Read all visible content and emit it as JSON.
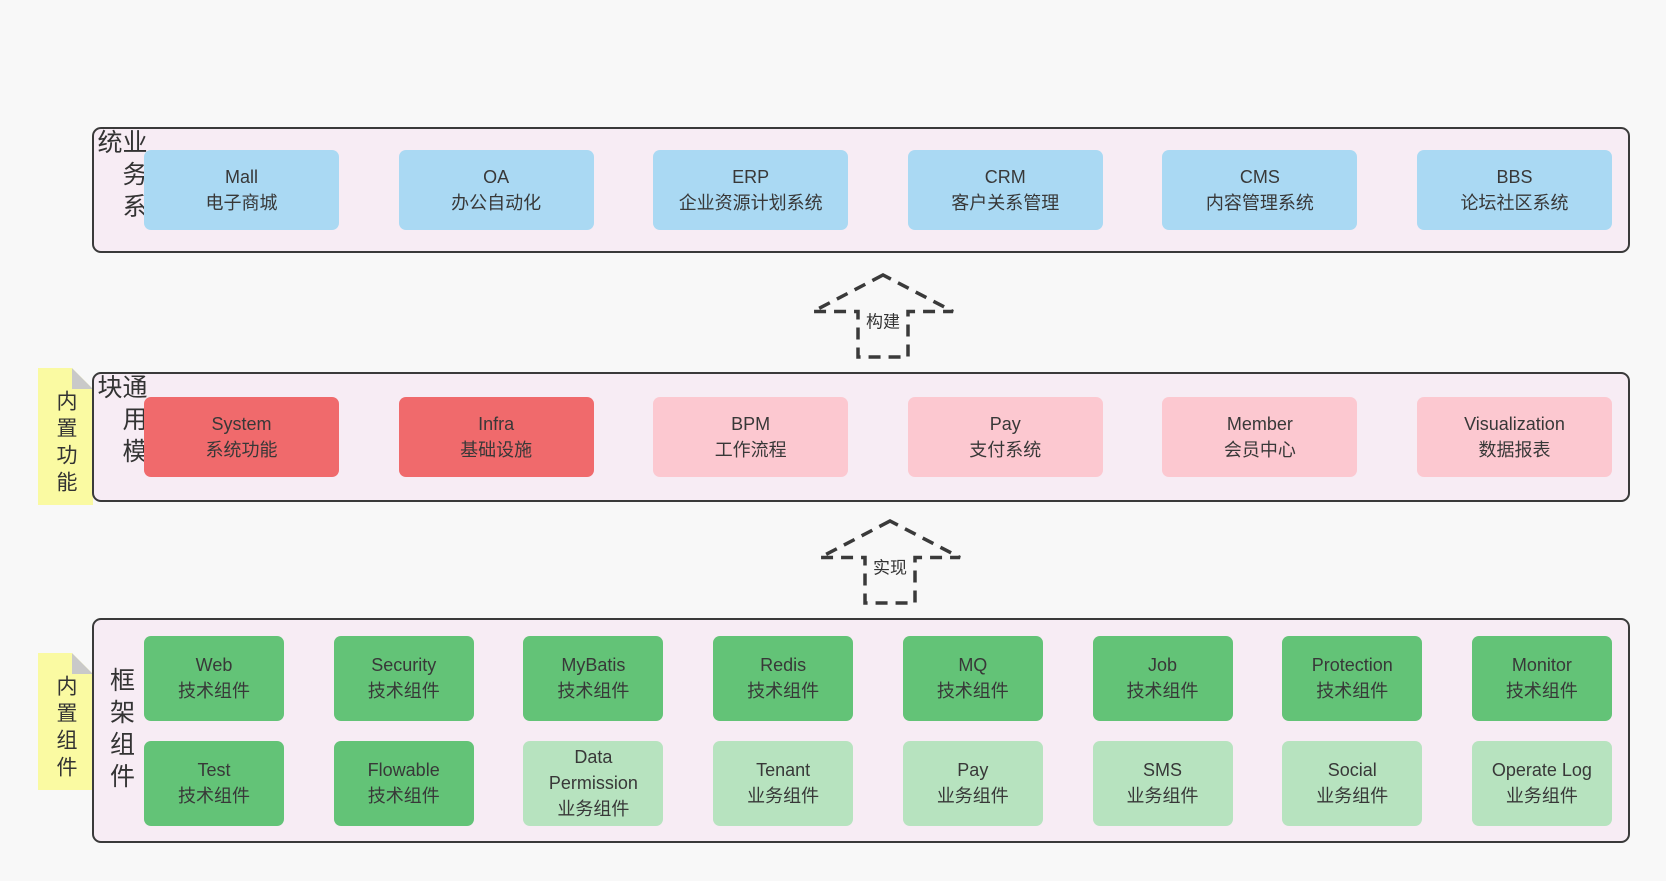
{
  "colors": {
    "page_bg": "#f8f8f8",
    "band_bg": "#f7ecf4",
    "band_border": "#3a3a3a",
    "blue": "#aad9f3",
    "red": "#f06a6c",
    "pink": "#fcc8d0",
    "green": "#63c377",
    "light_green": "#b7e3bf",
    "sticky_yellow": "#fafaa2",
    "sticky_fold": "#c9c9c9",
    "text": "#383838"
  },
  "arrows": [
    {
      "label": "构建"
    },
    {
      "label": "实现"
    }
  ],
  "stickies": [
    {
      "label": "内置功能"
    },
    {
      "label": "内置组件"
    }
  ],
  "bands": {
    "business": {
      "label": "业务系统",
      "boxes": [
        {
          "en": "Mall",
          "zh": "电子商城",
          "variant": "blue"
        },
        {
          "en": "OA",
          "zh": "办公自动化",
          "variant": "blue"
        },
        {
          "en": "ERP",
          "zh": "企业资源计划系统",
          "variant": "blue"
        },
        {
          "en": "CRM",
          "zh": "客户关系管理",
          "variant": "blue"
        },
        {
          "en": "CMS",
          "zh": "内容管理系统",
          "variant": "blue"
        },
        {
          "en": "BBS",
          "zh": "论坛社区系统",
          "variant": "blue"
        }
      ]
    },
    "modules": {
      "label": "通用模块",
      "boxes": [
        {
          "en": "System",
          "zh": "系统功能",
          "variant": "red"
        },
        {
          "en": "Infra",
          "zh": "基础设施",
          "variant": "red"
        },
        {
          "en": "BPM",
          "zh": "工作流程",
          "variant": "pink"
        },
        {
          "en": "Pay",
          "zh": "支付系统",
          "variant": "pink"
        },
        {
          "en": "Member",
          "zh": "会员中心",
          "variant": "pink"
        },
        {
          "en": "Visualization",
          "zh": "数据报表",
          "variant": "pink"
        }
      ]
    },
    "framework": {
      "label": "框架组件",
      "row1": [
        {
          "en": "Web",
          "zh": "技术组件",
          "variant": "green"
        },
        {
          "en": "Security",
          "zh": "技术组件",
          "variant": "green"
        },
        {
          "en": "MyBatis",
          "zh": "技术组件",
          "variant": "green"
        },
        {
          "en": "Redis",
          "zh": "技术组件",
          "variant": "green"
        },
        {
          "en": "MQ",
          "zh": "技术组件",
          "variant": "green"
        },
        {
          "en": "Job",
          "zh": "技术组件",
          "variant": "green"
        },
        {
          "en": "Protection",
          "zh": "技术组件",
          "variant": "green"
        },
        {
          "en": "Monitor",
          "zh": "技术组件",
          "variant": "green"
        }
      ],
      "row2": [
        {
          "en": "Test",
          "zh": "技术组件",
          "variant": "green"
        },
        {
          "en": "Flowable",
          "zh": "技术组件",
          "variant": "green"
        },
        {
          "en": "Data Permission",
          "zh": "业务组件",
          "variant": "lightgreen"
        },
        {
          "en": "Tenant",
          "zh": "业务组件",
          "variant": "lightgreen"
        },
        {
          "en": "Pay",
          "zh": "业务组件",
          "variant": "lightgreen"
        },
        {
          "en": "SMS",
          "zh": "业务组件",
          "variant": "lightgreen"
        },
        {
          "en": "Social",
          "zh": "业务组件",
          "variant": "lightgreen"
        },
        {
          "en": "Operate Log",
          "zh": "业务组件",
          "variant": "lightgreen"
        }
      ]
    }
  }
}
